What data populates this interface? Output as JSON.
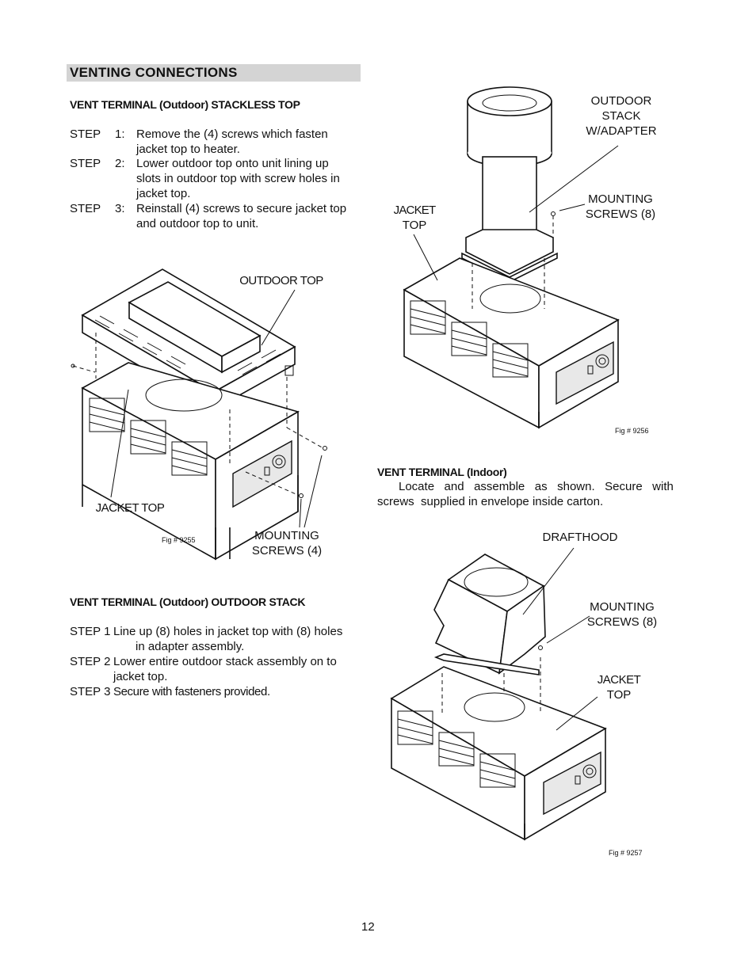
{
  "section_title": "VENTING CONNECTIONS",
  "stackless": {
    "heading": "VENT TERMINAL (Outdoor) STACKLESS TOP",
    "steps": [
      {
        "label": "STEP",
        "num": "1:",
        "lines": [
          "Remove the (4) screws which fasten",
          "jacket top to heater."
        ]
      },
      {
        "label": "STEP",
        "num": "2:",
        "lines": [
          "Lower outdoor top onto unit lining up",
          "slots in outdoor top with screw holes in",
          "jacket top."
        ]
      },
      {
        "label": "STEP",
        "num": "3:",
        "lines": [
          "Reinstall (4) screws to secure jacket top",
          "and outdoor top to unit."
        ]
      }
    ]
  },
  "fig9255": {
    "label_outdoor_top": "OUTDOOR TOP",
    "label_jacket_top": "JACKET TOP",
    "label_mounting_1": "MOUNTING",
    "label_mounting_2": "SCREWS (4)",
    "fig_number": "Fig # 9255"
  },
  "outdoor_stack": {
    "heading": "VENT TERMINAL (Outdoor) OUTDOOR STACK",
    "steps": [
      {
        "label": "STEP 1",
        "lines": [
          "Line up (8) holes in jacket top with (8) holes",
          "in adapter assembly."
        ]
      },
      {
        "label": "STEP 2",
        "lines": [
          "Lower entire outdoor stack assembly on to",
          "jacket top."
        ]
      },
      {
        "label": "STEP 3",
        "lines": [
          "Secure with fasteners provided."
        ]
      }
    ]
  },
  "fig9256": {
    "label_stack_1": "OUTDOOR",
    "label_stack_2": "STACK",
    "label_stack_3": "W/ADAPTER",
    "label_mounting_1": "MOUNTING",
    "label_mounting_2": "SCREWS (8)",
    "label_jacket_1": "JACKET",
    "label_jacket_2": "TOP",
    "fig_number": "Fig # 9256"
  },
  "indoor": {
    "heading": "VENT TERMINAL (Indoor)",
    "line1": "Locate   and   assemble   as   shown.   Secure   with",
    "line2": "screws  supplied in envelope inside carton."
  },
  "fig9257": {
    "label_drafthood": "DRAFTHOOD",
    "label_mounting_1": "MOUNTING",
    "label_mounting_2": "SCREWS (8)",
    "label_jacket_1": "JACKET",
    "label_jacket_2": "TOP",
    "fig_number": "Fig # 9257"
  },
  "page_number": "12"
}
